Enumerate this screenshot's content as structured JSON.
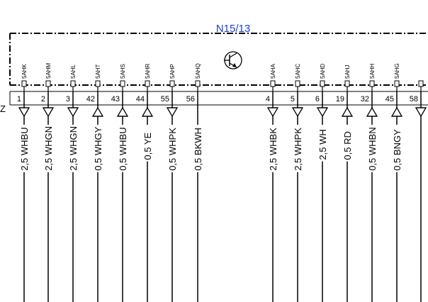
{
  "component": {
    "title": "N15/13",
    "rail_label": "Z",
    "dash_color": "#000000",
    "title_color": "#1a3fd6"
  },
  "pins": [
    {
      "num": "1",
      "code": "5AHK",
      "wire": "2,5 WHBU",
      "arrow": "in"
    },
    {
      "num": "2",
      "code": "5AHM",
      "wire": "2,5 WHGN",
      "arrow": "in"
    },
    {
      "num": "3",
      "code": "5AHL",
      "wire": "2,5 WHGN",
      "arrow": "in"
    },
    {
      "num": "42",
      "code": "5AHT",
      "wire": "0,5 WHGY",
      "arrow": "out"
    },
    {
      "num": "43",
      "code": "5AHS",
      "wire": "0,5 WHBU",
      "arrow": "out"
    },
    {
      "num": "44",
      "code": "5AHR",
      "wire": "0,5 YE",
      "arrow": "out"
    },
    {
      "num": "55",
      "code": "5AHP",
      "wire": "0,5 WHPK",
      "arrow": "in"
    },
    {
      "num": "56",
      "code": "5AHQ",
      "wire": "0,5 BKWH",
      "arrow": "none"
    },
    {
      "num": "4",
      "code": "5AHA",
      "wire": "2,5 WHBK",
      "arrow": "in"
    },
    {
      "num": "5",
      "code": "5AHC",
      "wire": "2,5 WHPK",
      "arrow": "in"
    },
    {
      "num": "6",
      "code": "5AHD",
      "wire": "2,5 WH",
      "arrow": "in"
    },
    {
      "num": "19",
      "code": "5AHJ",
      "wire": "0,5 RD",
      "arrow": "out"
    },
    {
      "num": "32",
      "code": "5AHH",
      "wire": "0,5 WHBN",
      "arrow": "out"
    },
    {
      "num": "45",
      "code": "5AHG",
      "wire": "0,5 BNGY",
      "arrow": "out"
    },
    {
      "num": "58",
      "code": "",
      "wire": "",
      "arrow": "in"
    }
  ]
}
